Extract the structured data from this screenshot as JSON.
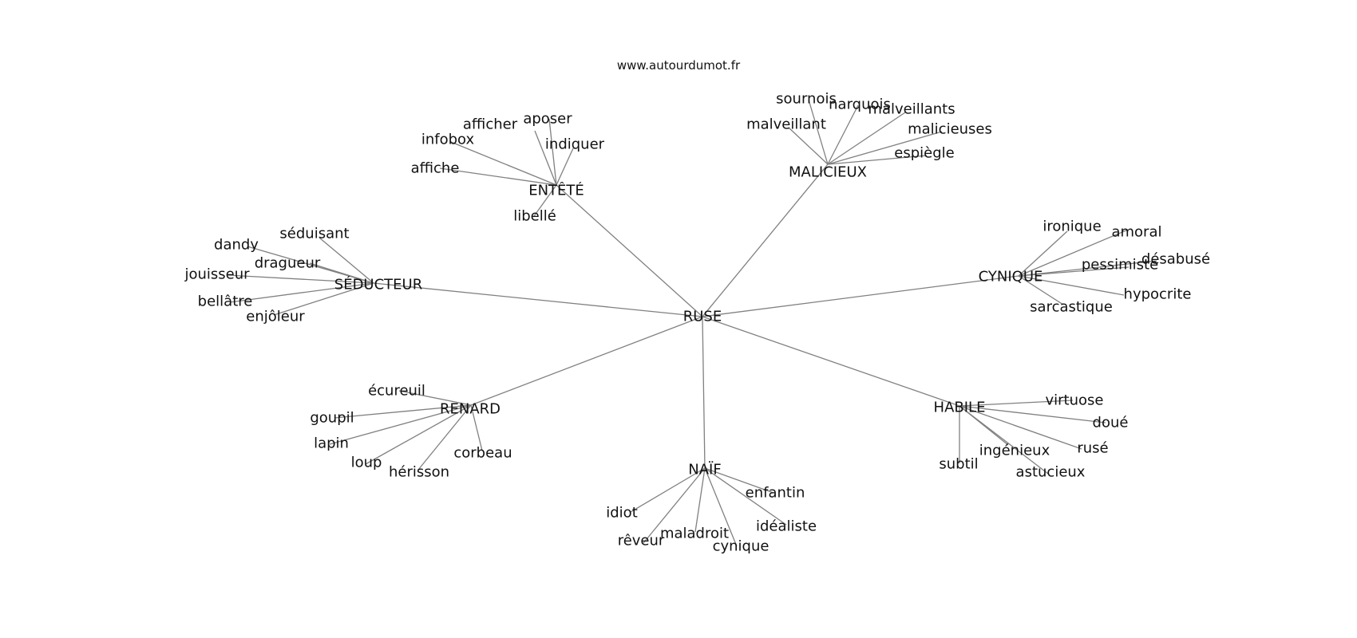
{
  "source": "www.autourdumot.fr",
  "center": "RUSE",
  "groups": [
    {
      "hub": "ENTÊTÉ",
      "leaves": [
        "afficher",
        "aposer",
        "infobox",
        "indiquer",
        "affiche",
        "libellé"
      ]
    },
    {
      "hub": "MALICIEUX",
      "leaves": [
        "sournois",
        "narquois",
        "malveillants",
        "malveillant",
        "malicieuses",
        "espiègle"
      ]
    },
    {
      "hub": "SÉDUCTEUR",
      "leaves": [
        "séduisant",
        "dandy",
        "dragueur",
        "jouisseur",
        "bellâtre",
        "enjôleur"
      ]
    },
    {
      "hub": "CYNIQUE",
      "leaves": [
        "ironique",
        "amoral",
        "pessimiste",
        "désabusé",
        "hypocrite",
        "sarcastique"
      ]
    },
    {
      "hub": "RENARD",
      "leaves": [
        "écureuil",
        "goupil",
        "lapin",
        "loup",
        "hérisson",
        "corbeau"
      ]
    },
    {
      "hub": "HABILE",
      "leaves": [
        "virtuose",
        "doué",
        "rusé",
        "ingénieux",
        "astucieux",
        "subtil"
      ]
    },
    {
      "hub": "NAÏF",
      "leaves": [
        "enfantin",
        "idiot",
        "idéaliste",
        "rêveur",
        "maladroit",
        "cynique"
      ]
    }
  ]
}
